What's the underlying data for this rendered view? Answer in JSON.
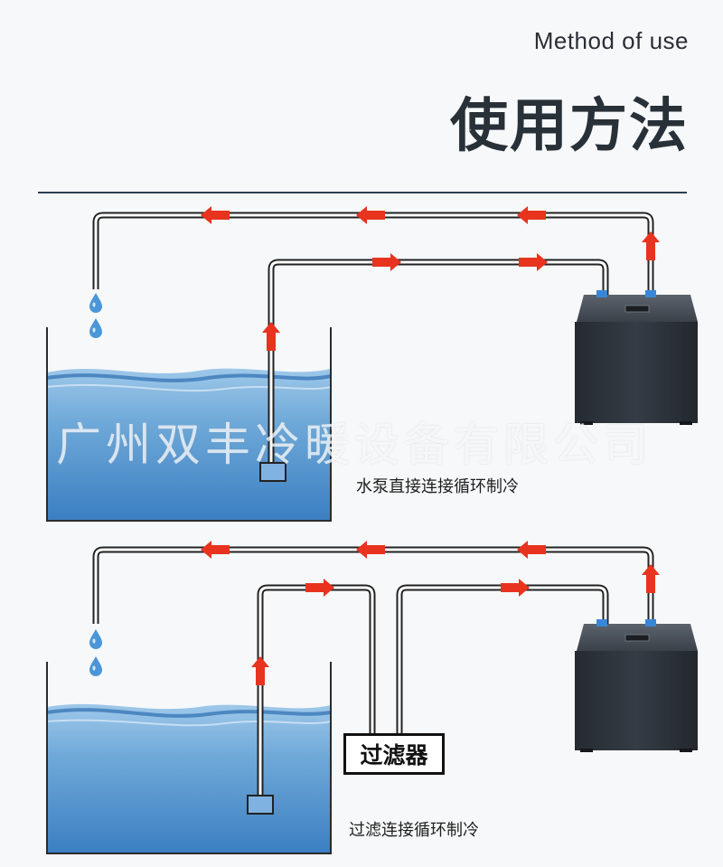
{
  "header": {
    "subtitle": "Method of use",
    "title": "使用方法"
  },
  "watermark": "广州双丰冷暖设备有限公司",
  "diagram1": {
    "caption": "水泵直接连接循环制冷"
  },
  "diagram2": {
    "caption": "过滤连接循环制冷",
    "filter_label": "过滤器"
  },
  "colors": {
    "arrow": "#e8331f",
    "pipe": "#222222",
    "water_top": "#6fa9d8",
    "water_bottom": "#3b7fc2",
    "chiller": "#2e343c",
    "drop": "#4a96d8",
    "connector": "#3a86d6"
  }
}
